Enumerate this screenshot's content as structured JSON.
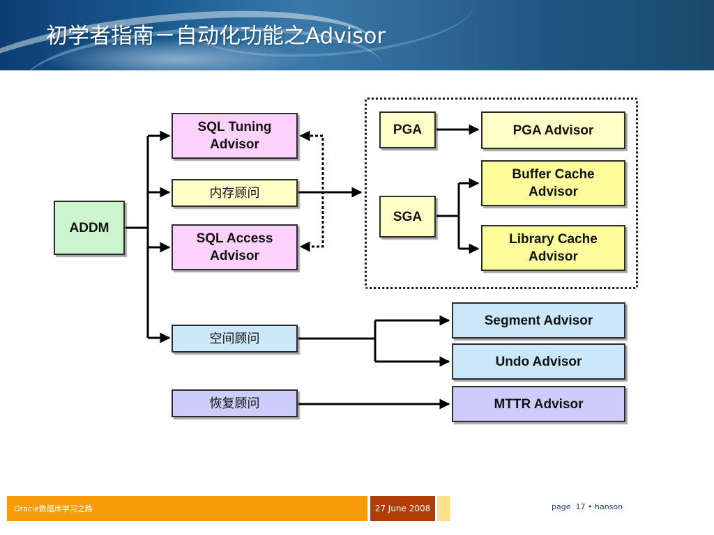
{
  "slide": {
    "title": "初学者指南－自动化功能之Advisor"
  },
  "diagram": {
    "addm": "ADDM",
    "sql_tuning_advisor": [
      "SQL Tuning",
      "Advisor"
    ],
    "memory_advisor": "内存顾问",
    "sql_access_advisor": [
      "SQL Access",
      "Advisor"
    ],
    "space_advisor": "空间顾问",
    "recovery_advisor": "恢复顾问",
    "pga": "PGA",
    "pga_advisor": "PGA Advisor",
    "sga": "SGA",
    "buffer_cache_advisor": [
      "Buffer Cache",
      "Advisor"
    ],
    "library_cache_advisor": [
      "Library Cache",
      "Advisor"
    ],
    "segment_advisor": "Segment Advisor",
    "undo_advisor": "Undo Advisor",
    "mttr_advisor": "MTTR Advisor"
  },
  "footer": {
    "left_text": "Oracle数据库学习之路",
    "date": "27 June 2008",
    "page_label": "page",
    "page_number": "17",
    "separator": "•",
    "author": "hanson"
  },
  "colors": {
    "header_blue": "#1a4a6e",
    "footer_orange": "#f79b09",
    "footer_date_red": "#b23c06",
    "footer_strip_yellow": "#fbe089",
    "addm_green": "#cdf5cd",
    "sql_pink": "#fcd2fc",
    "memory_yellow": "#fefec6",
    "cache_yellow": "#fdfd9c",
    "space_blue": "#cbe8fb",
    "recovery_lavender": "#cccdfb"
  }
}
